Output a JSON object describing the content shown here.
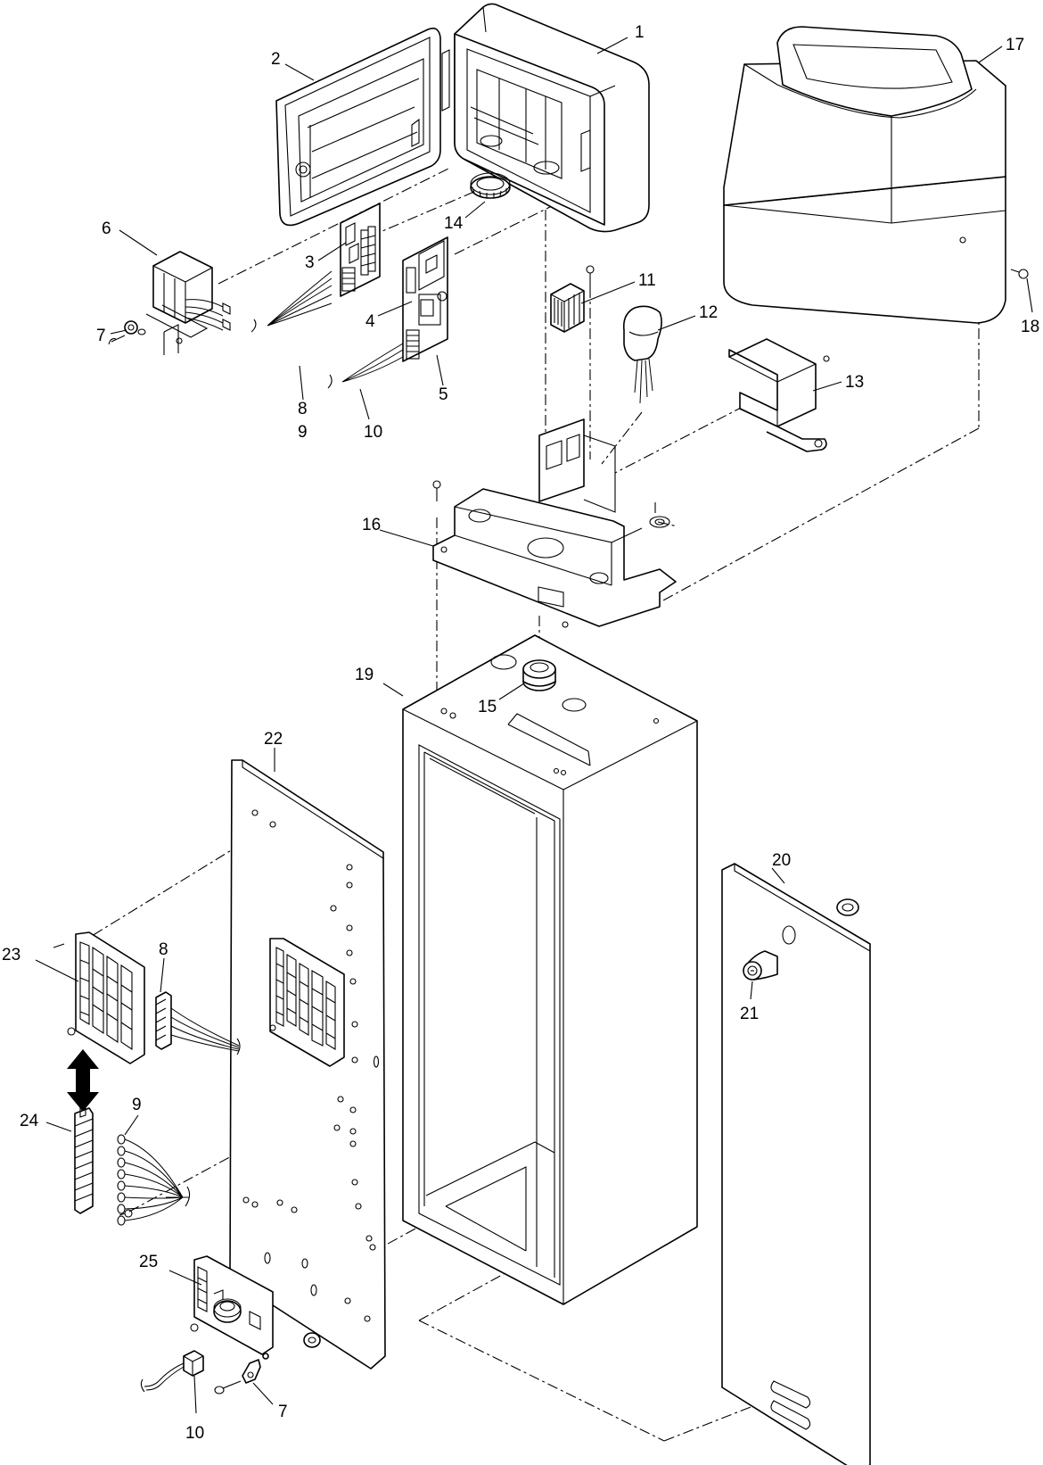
{
  "labels": [
    {
      "id": "p1",
      "text": "1"
    },
    {
      "id": "p2",
      "text": "2"
    },
    {
      "id": "p3",
      "text": "3"
    },
    {
      "id": "p4",
      "text": "4"
    },
    {
      "id": "p5",
      "text": "5"
    },
    {
      "id": "p6",
      "text": "6"
    },
    {
      "id": "p7a",
      "text": "7"
    },
    {
      "id": "p8a",
      "text": "8"
    },
    {
      "id": "p9a",
      "text": "9"
    },
    {
      "id": "p10a",
      "text": "10"
    },
    {
      "id": "p11",
      "text": "11"
    },
    {
      "id": "p12",
      "text": "12"
    },
    {
      "id": "p13",
      "text": "13"
    },
    {
      "id": "p14",
      "text": "14"
    },
    {
      "id": "p15",
      "text": "15"
    },
    {
      "id": "p16",
      "text": "16"
    },
    {
      "id": "p17",
      "text": "17"
    },
    {
      "id": "p18",
      "text": "18"
    },
    {
      "id": "p19",
      "text": "19"
    },
    {
      "id": "p20",
      "text": "20"
    },
    {
      "id": "p21",
      "text": "21"
    },
    {
      "id": "p22",
      "text": "22"
    },
    {
      "id": "p23",
      "text": "23"
    },
    {
      "id": "p8b",
      "text": "8"
    },
    {
      "id": "p24",
      "text": "24"
    },
    {
      "id": "p9b",
      "text": "9"
    },
    {
      "id": "p25",
      "text": "25"
    },
    {
      "id": "p10b",
      "text": "10"
    },
    {
      "id": "p7b",
      "text": "7"
    }
  ]
}
